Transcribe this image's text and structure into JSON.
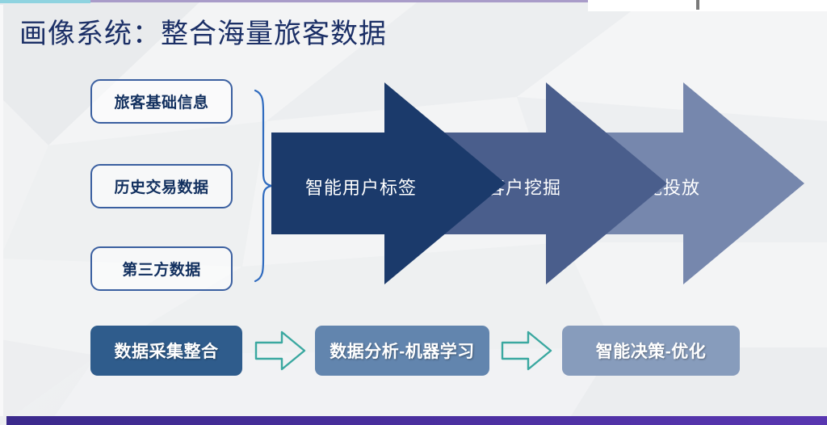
{
  "slide": {
    "title": "画像系统：整合海量旅客数据",
    "colors": {
      "title": "#1b2f66",
      "accent_top_cyan": "#8fd3e0",
      "accent_top_purple": "#a99cc9",
      "accent_bottom_purple": "#4a2f9e",
      "box_border": "#3a5fa0",
      "arrow_outline": "#3aa8a0"
    }
  },
  "sources": {
    "items": [
      {
        "label": "旅客基础信息"
      },
      {
        "label": "历史交易数据"
      },
      {
        "label": "第三方数据"
      }
    ],
    "brace_icon": "curly-brace-icon"
  },
  "chevrons": {
    "items": [
      {
        "label": "智能用户标签",
        "color": "#1b3a6b"
      },
      {
        "label": "客户挖掘",
        "color": "#4a5e8c"
      },
      {
        "label": "智能投放",
        "color": "#7687ad"
      }
    ]
  },
  "pipeline": {
    "steps": [
      {
        "label": "数据采集整合",
        "color": "#2f5c8c"
      },
      {
        "label": "数据分析-机器学习",
        "color": "#6285ae"
      },
      {
        "label": "智能决策-优化",
        "color": "#879cbc"
      }
    ],
    "connector_icon": "arrow-right-outline-icon",
    "connector_count": 2
  }
}
